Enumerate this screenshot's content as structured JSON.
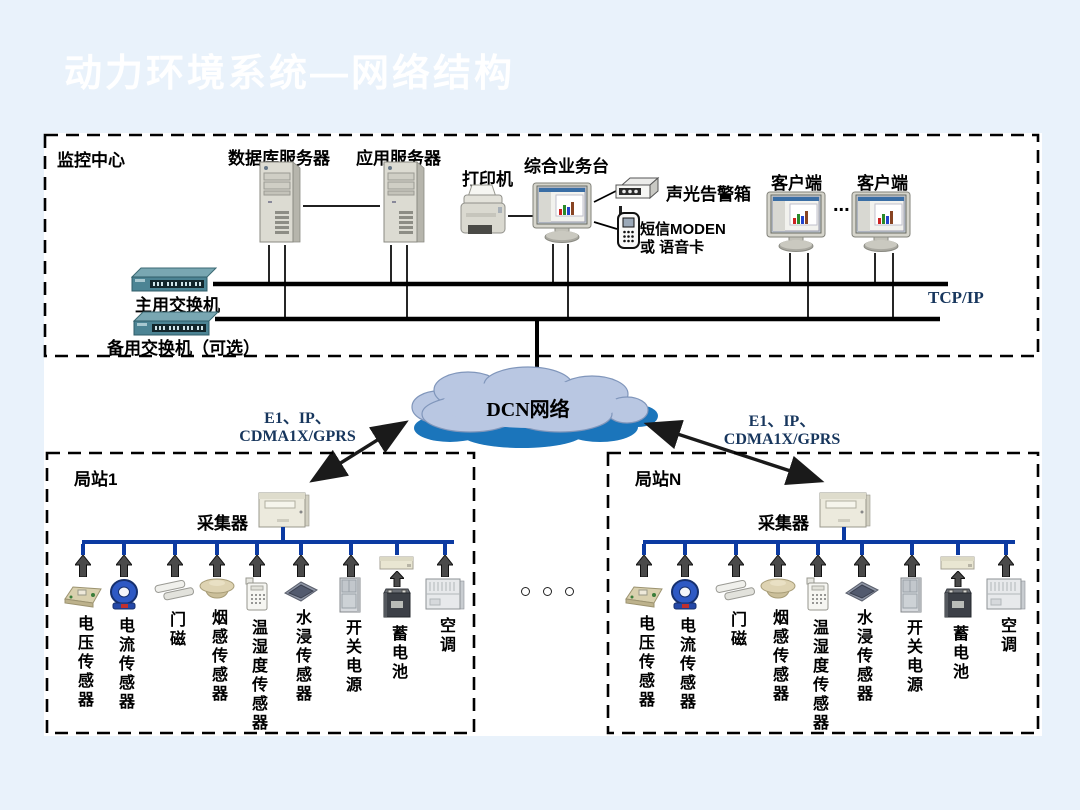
{
  "slide": {
    "title": "动力环境系统—网络结构"
  },
  "colors": {
    "slide_bg": "#e9f2fb",
    "diagram_bg": "#ffffff",
    "bus_line": "#000000",
    "station_bus": "#0b3aa2",
    "cloud_fill": "#b9c7e2",
    "cloud_shadow": "#1b75bb",
    "link_text": "#17365d"
  },
  "monitor_center": {
    "label": "监控中心",
    "db_server_label": "数据库服务器",
    "app_server_label": "应用服务器",
    "printer_label": "打印机",
    "console_label": "综合业务台",
    "alarm_label": "声光告警箱",
    "modem_label_line1": "短信MODEN",
    "modem_label_line2": "或 语音卡",
    "client1_label": "客户端",
    "client2_label": "客户端",
    "client_ellipsis": "...",
    "main_switch_label": "主用交换机",
    "backup_switch_label": "备用交换机（可选）",
    "protocol_label": "TCP/IP"
  },
  "network": {
    "cloud_label": "DCN网络",
    "left_link": {
      "line1": "E1、IP、",
      "line2": "CDMA1X/GPRS"
    },
    "right_link": {
      "line1": "E1、IP、",
      "line2": "CDMA1X/GPRS"
    },
    "station_gap_dots_icon": "three-circles"
  },
  "stations": [
    {
      "label": "局站1",
      "collector_label": "采集器",
      "devices": [
        {
          "label": "电压传感器",
          "icon": "voltage-sensor-icon"
        },
        {
          "label": "电流传感器",
          "icon": "current-sensor-icon"
        },
        {
          "label": "门磁",
          "icon": "door-magnet-icon"
        },
        {
          "label": "烟感传感器",
          "icon": "smoke-sensor-icon"
        },
        {
          "label": "温湿度传感器",
          "icon": "temp-humidity-sensor-icon"
        },
        {
          "label": "水浸传感器",
          "icon": "water-sensor-icon"
        },
        {
          "label": "开关电源",
          "icon": "switch-power-icon"
        },
        {
          "label": "蓄电池",
          "icon": "battery-icon"
        },
        {
          "label": "空调",
          "icon": "aircon-icon"
        }
      ]
    },
    {
      "label": "局站N",
      "collector_label": "采集器",
      "devices": [
        {
          "label": "电压传感器",
          "icon": "voltage-sensor-icon"
        },
        {
          "label": "电流传感器",
          "icon": "current-sensor-icon"
        },
        {
          "label": "门磁",
          "icon": "door-magnet-icon"
        },
        {
          "label": "烟感传感器",
          "icon": "smoke-sensor-icon"
        },
        {
          "label": "温湿度传感器",
          "icon": "temp-humidity-sensor-icon"
        },
        {
          "label": "水浸传感器",
          "icon": "water-sensor-icon"
        },
        {
          "label": "开关电源",
          "icon": "switch-power-icon"
        },
        {
          "label": "蓄电池",
          "icon": "battery-icon"
        },
        {
          "label": "空调",
          "icon": "aircon-icon"
        }
      ]
    }
  ]
}
